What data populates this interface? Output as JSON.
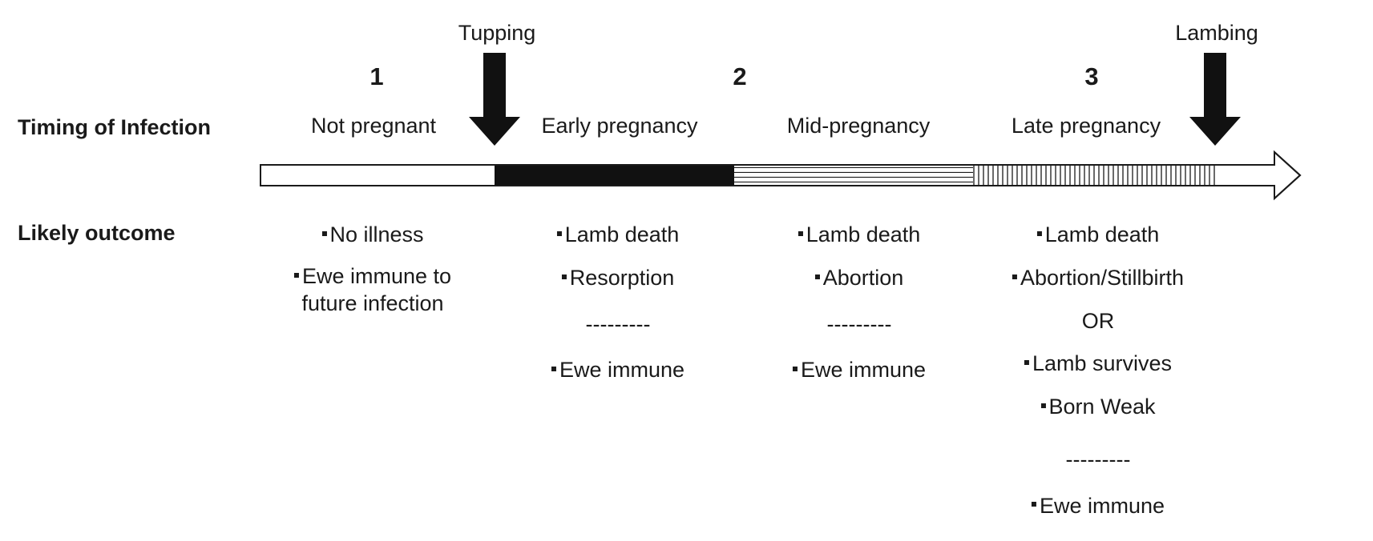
{
  "row_labels": {
    "timing": "Timing of Infection",
    "outcome": "Likely outcome"
  },
  "markers": {
    "tupping": "Tupping",
    "lambing": "Lambing"
  },
  "stages": [
    "1",
    "2",
    "3"
  ],
  "phases": [
    {
      "label": "Not pregnant",
      "outcomes": [
        {
          "type": "bullet",
          "text": "No illness"
        },
        {
          "type": "bullet",
          "text": "Ewe immune to\nfuture infection"
        }
      ]
    },
    {
      "label": "Early pregnancy",
      "outcomes": [
        {
          "type": "bullet",
          "text": "Lamb death"
        },
        {
          "type": "bullet",
          "text": "Resorption"
        },
        {
          "type": "plain",
          "text": "---------"
        },
        {
          "type": "bullet",
          "text": "Ewe immune"
        }
      ]
    },
    {
      "label": "Mid-pregnancy",
      "outcomes": [
        {
          "type": "bullet",
          "text": "Lamb death"
        },
        {
          "type": "bullet",
          "text": "Abortion"
        },
        {
          "type": "plain",
          "text": "---------"
        },
        {
          "type": "bullet",
          "text": "Ewe immune"
        }
      ]
    },
    {
      "label": "Late pregnancy",
      "outcomes": [
        {
          "type": "bullet",
          "text": "Lamb death"
        },
        {
          "type": "bullet",
          "text": "Abortion/Stillbirth"
        },
        {
          "type": "plain",
          "text": "OR"
        },
        {
          "type": "bullet",
          "text": "Lamb survives"
        },
        {
          "type": "bullet",
          "text": "Born Weak"
        },
        {
          "type": "plain",
          "text": "---------"
        },
        {
          "type": "bullet",
          "text": "Ewe immune"
        }
      ]
    }
  ],
  "colors": {
    "ink": "#1a1a1a",
    "background": "#ffffff"
  }
}
